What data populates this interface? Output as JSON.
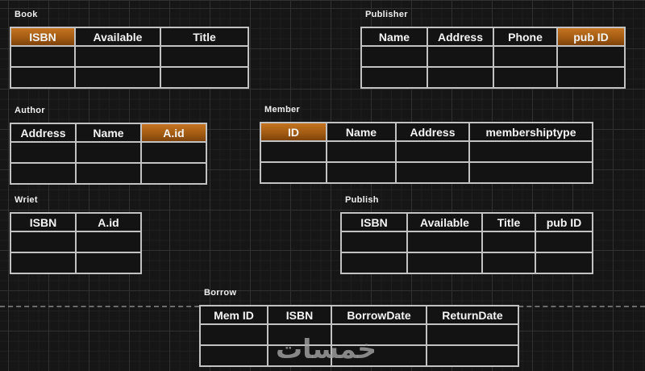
{
  "canvas": {
    "background_color": "#161616",
    "grid_minor_color": "#1f1f1f",
    "grid_major_color": "#313131",
    "table_border_color": "#c2c2c2",
    "cell_background": "#131313",
    "header_text_color": "#f4f4f4",
    "highlight_color": "#a35c12",
    "highlight_gradient_top": "#c47420",
    "highlight_gradient_bottom": "#7f430a",
    "guide_line_color": "#8f8f8f"
  },
  "watermark": {
    "text": "خمسات",
    "color": "#a5a5a5"
  },
  "tables": [
    {
      "name": "Book",
      "columns": [
        "ISBN",
        "Available",
        "Title"
      ],
      "highlighted_column": "ISBN",
      "empty_row_count": 2
    },
    {
      "name": "Publisher",
      "columns": [
        "Name",
        "Address",
        "Phone",
        "pub ID"
      ],
      "highlighted_column": "pub ID",
      "empty_row_count": 2
    },
    {
      "name": "Author",
      "columns": [
        "Address",
        "Name",
        "A.id"
      ],
      "highlighted_column": "A.id",
      "empty_row_count": 2
    },
    {
      "name": "Member",
      "columns": [
        "ID",
        "Name",
        "Address",
        "membershiptype"
      ],
      "highlighted_column": "ID",
      "empty_row_count": 2
    },
    {
      "name": "Wriet",
      "columns": [
        "ISBN",
        "A.id"
      ],
      "highlighted_column": null,
      "empty_row_count": 2
    },
    {
      "name": "Publish",
      "columns": [
        "ISBN",
        "Available",
        "Title",
        "pub ID"
      ],
      "highlighted_column": null,
      "empty_row_count": 2
    },
    {
      "name": "Borrow",
      "columns": [
        "Mem ID",
        "ISBN",
        "BorrowDate",
        "ReturnDate"
      ],
      "highlighted_column": null,
      "empty_row_count": 2
    }
  ]
}
